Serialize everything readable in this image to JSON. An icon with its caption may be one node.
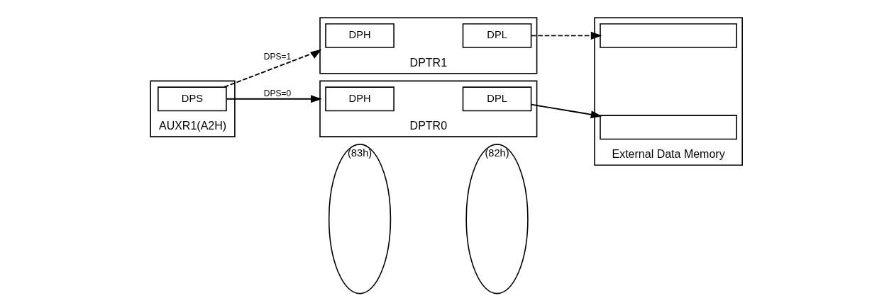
{
  "diagram": {
    "nodes": [
      {
        "text": [
          "AUXR1(A2H)"
        ]
      },
      {
        "text": [
          "DPS"
        ],
        "in": 0
      },
      {
        "text": [
          "DPTR1"
        ]
      },
      {
        "text": [
          "DPH"
        ],
        "in": 2
      },
      {
        "text": [
          "DPL"
        ],
        "in": 2
      },
      {
        "text": [
          "DPTR0"
        ]
      },
      {
        "text": [
          "DPH"
        ],
        "in": 5
      },
      {
        "text": [
          "DPL"
        ],
        "in": 5
      },
      {
        "text": [
          "(83h)"
        ]
      },
      {
        "text": [
          "(82h)"
        ]
      },
      {
        "text": [
          "External Data Memory"
        ]
      },
      {
        "text": [],
        "shape": "box",
        "in": 10
      },
      {
        "text": [],
        "shape": "box",
        "in": 10
      }
    ],
    "edges": [
      {
        "from": 1,
        "to": 2,
        "arrow": "to",
        "label": "DPS=1",
        "style": "dashed"
      },
      {
        "from": 1,
        "to": 5,
        "arrow": "to",
        "label": "DPS=0"
      },
      {
        "from": 4,
        "to": 11,
        "arrow": "to",
        "style": "dashed"
      },
      {
        "from": 7,
        "to": 12,
        "arrow": "to"
      }
    ]
  }
}
